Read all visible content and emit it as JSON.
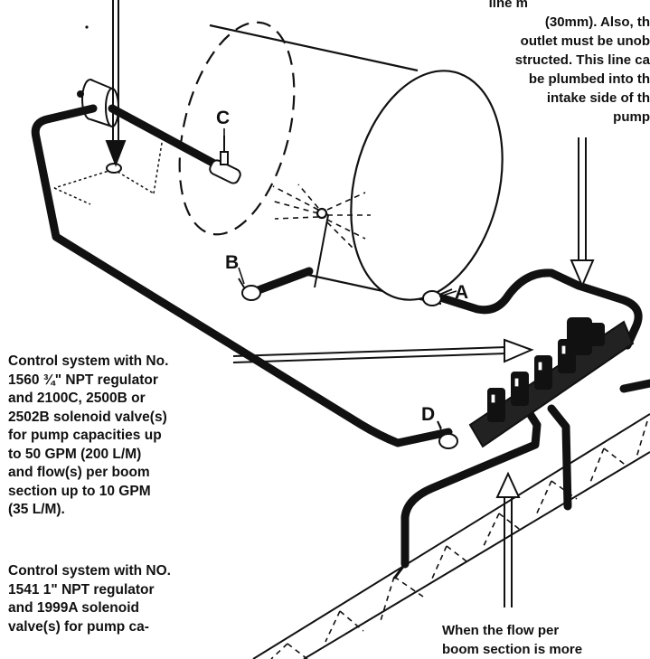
{
  "labels": {
    "A": "A",
    "B": "B",
    "C": "C",
    "D": "D"
  },
  "notes": {
    "top_right_lines": [
      "line m",
      "(30mm).  Also, th",
      "outlet must be unob",
      "structed.  This line ca",
      "be plumbed into th",
      "intake side of th",
      "pump"
    ],
    "control_system_1_lines": [
      "Control system with No.",
      "1560 ¾\" NPT regulator",
      "and 2100C, 2500B or",
      "2502B solenoid valve(s)",
      "for pump capacities up",
      "to 50 GPM (200 L/M)",
      "and flow(s) per boom",
      "section up to 10 GPM",
      "(35 L/M)."
    ],
    "control_system_2_lines": [
      "Control system with NO.",
      "1541 1\" NPT regulator",
      "and 1999A solenoid",
      "valve(s) for pump ca-"
    ],
    "bottom_right_lines": [
      "When the flow per",
      "boom section is more"
    ]
  },
  "colors": {
    "ink": "#111111",
    "background": "#ffffff"
  }
}
